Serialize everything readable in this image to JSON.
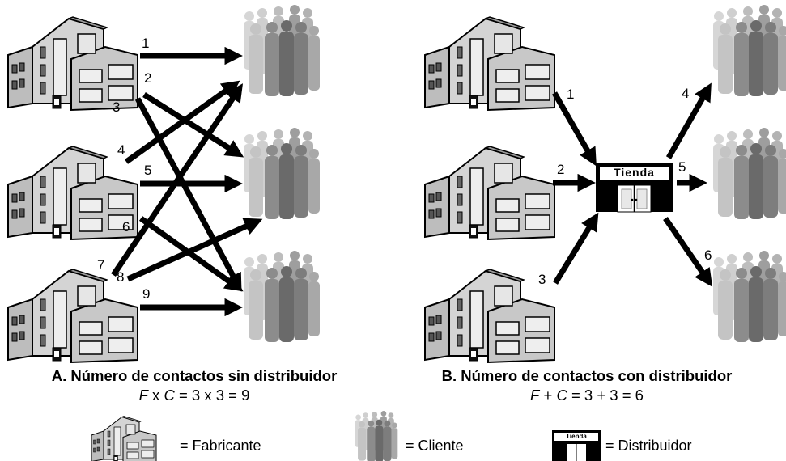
{
  "panel_a": {
    "labels": [
      "1",
      "2",
      "3",
      "4",
      "5",
      "6",
      "7",
      "8",
      "9"
    ],
    "caption_title": "A. Número de contactos sin distribuidor",
    "caption_eq_F": "F",
    "caption_eq_mid": " x ",
    "caption_eq_C": "C",
    "caption_eq_rest": " = 3 x 3 = 9"
  },
  "panel_b": {
    "labels": [
      "1",
      "2",
      "3",
      "4",
      "5",
      "6"
    ],
    "store_sign": "Tienda",
    "caption_title": "B. Número de contactos con distribuidor",
    "caption_eq_F": "F",
    "caption_eq_mid": " + ",
    "caption_eq_C": "C",
    "caption_eq_rest": " = 3 + 3 = 6"
  },
  "legend": {
    "manufacturer": "= Fabricante",
    "customer": "= Cliente",
    "distributor": "= Distribuidor",
    "distributor_sign": "Tienda"
  }
}
